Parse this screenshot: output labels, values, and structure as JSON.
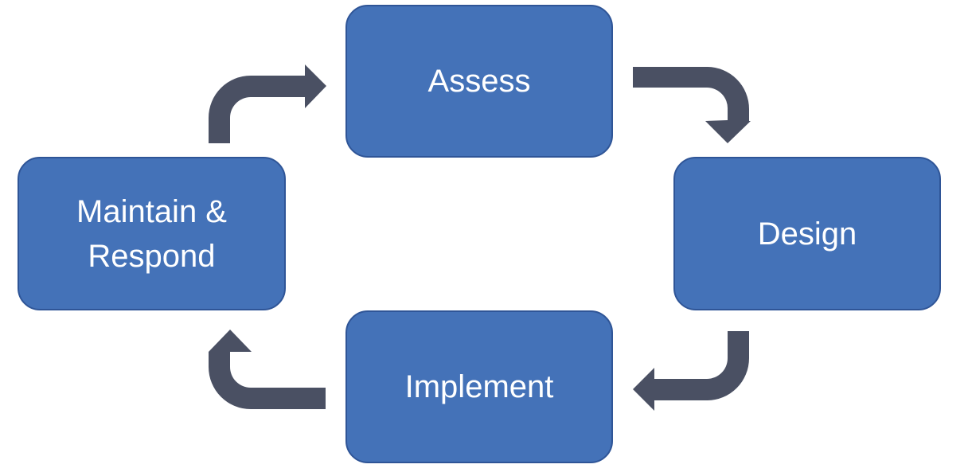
{
  "diagram": {
    "type": "cycle",
    "steps": [
      {
        "id": "assess",
        "label": "Assess"
      },
      {
        "id": "design",
        "label": "Design"
      },
      {
        "id": "implement",
        "label": "Implement"
      },
      {
        "id": "maintain",
        "label": "Maintain &\nRespond"
      }
    ],
    "connections": [
      {
        "from": "assess",
        "to": "design"
      },
      {
        "from": "design",
        "to": "implement"
      },
      {
        "from": "implement",
        "to": "maintain"
      },
      {
        "from": "maintain",
        "to": "assess"
      }
    ],
    "colors": {
      "box_fill": "#4472b8",
      "box_border": "#2f5597",
      "text": "#ffffff",
      "arrow": "#4a5063"
    }
  }
}
